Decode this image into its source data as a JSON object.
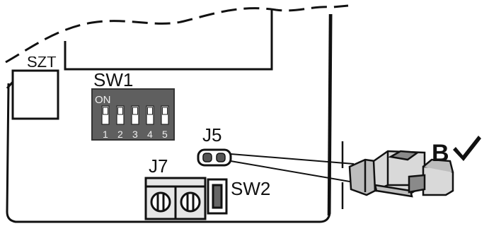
{
  "labels": {
    "partial_top_label": "SZT",
    "dip_switch_label": "SW1",
    "dip_on_label": "ON",
    "dip_numbers": [
      "1",
      "2",
      "3",
      "4",
      "5"
    ],
    "jumper_label": "J5",
    "terminal_label": "J7",
    "button_label": "SW2",
    "callout_label": "B"
  },
  "icons": {
    "callout_mark": "check-icon"
  },
  "colors": {
    "line": "#111111",
    "dip_body": "#5f5f5f",
    "component_fill": "#f2f2f2",
    "connector_fill": "#bdbdbd",
    "connector_shade": "#8a8a8a"
  }
}
